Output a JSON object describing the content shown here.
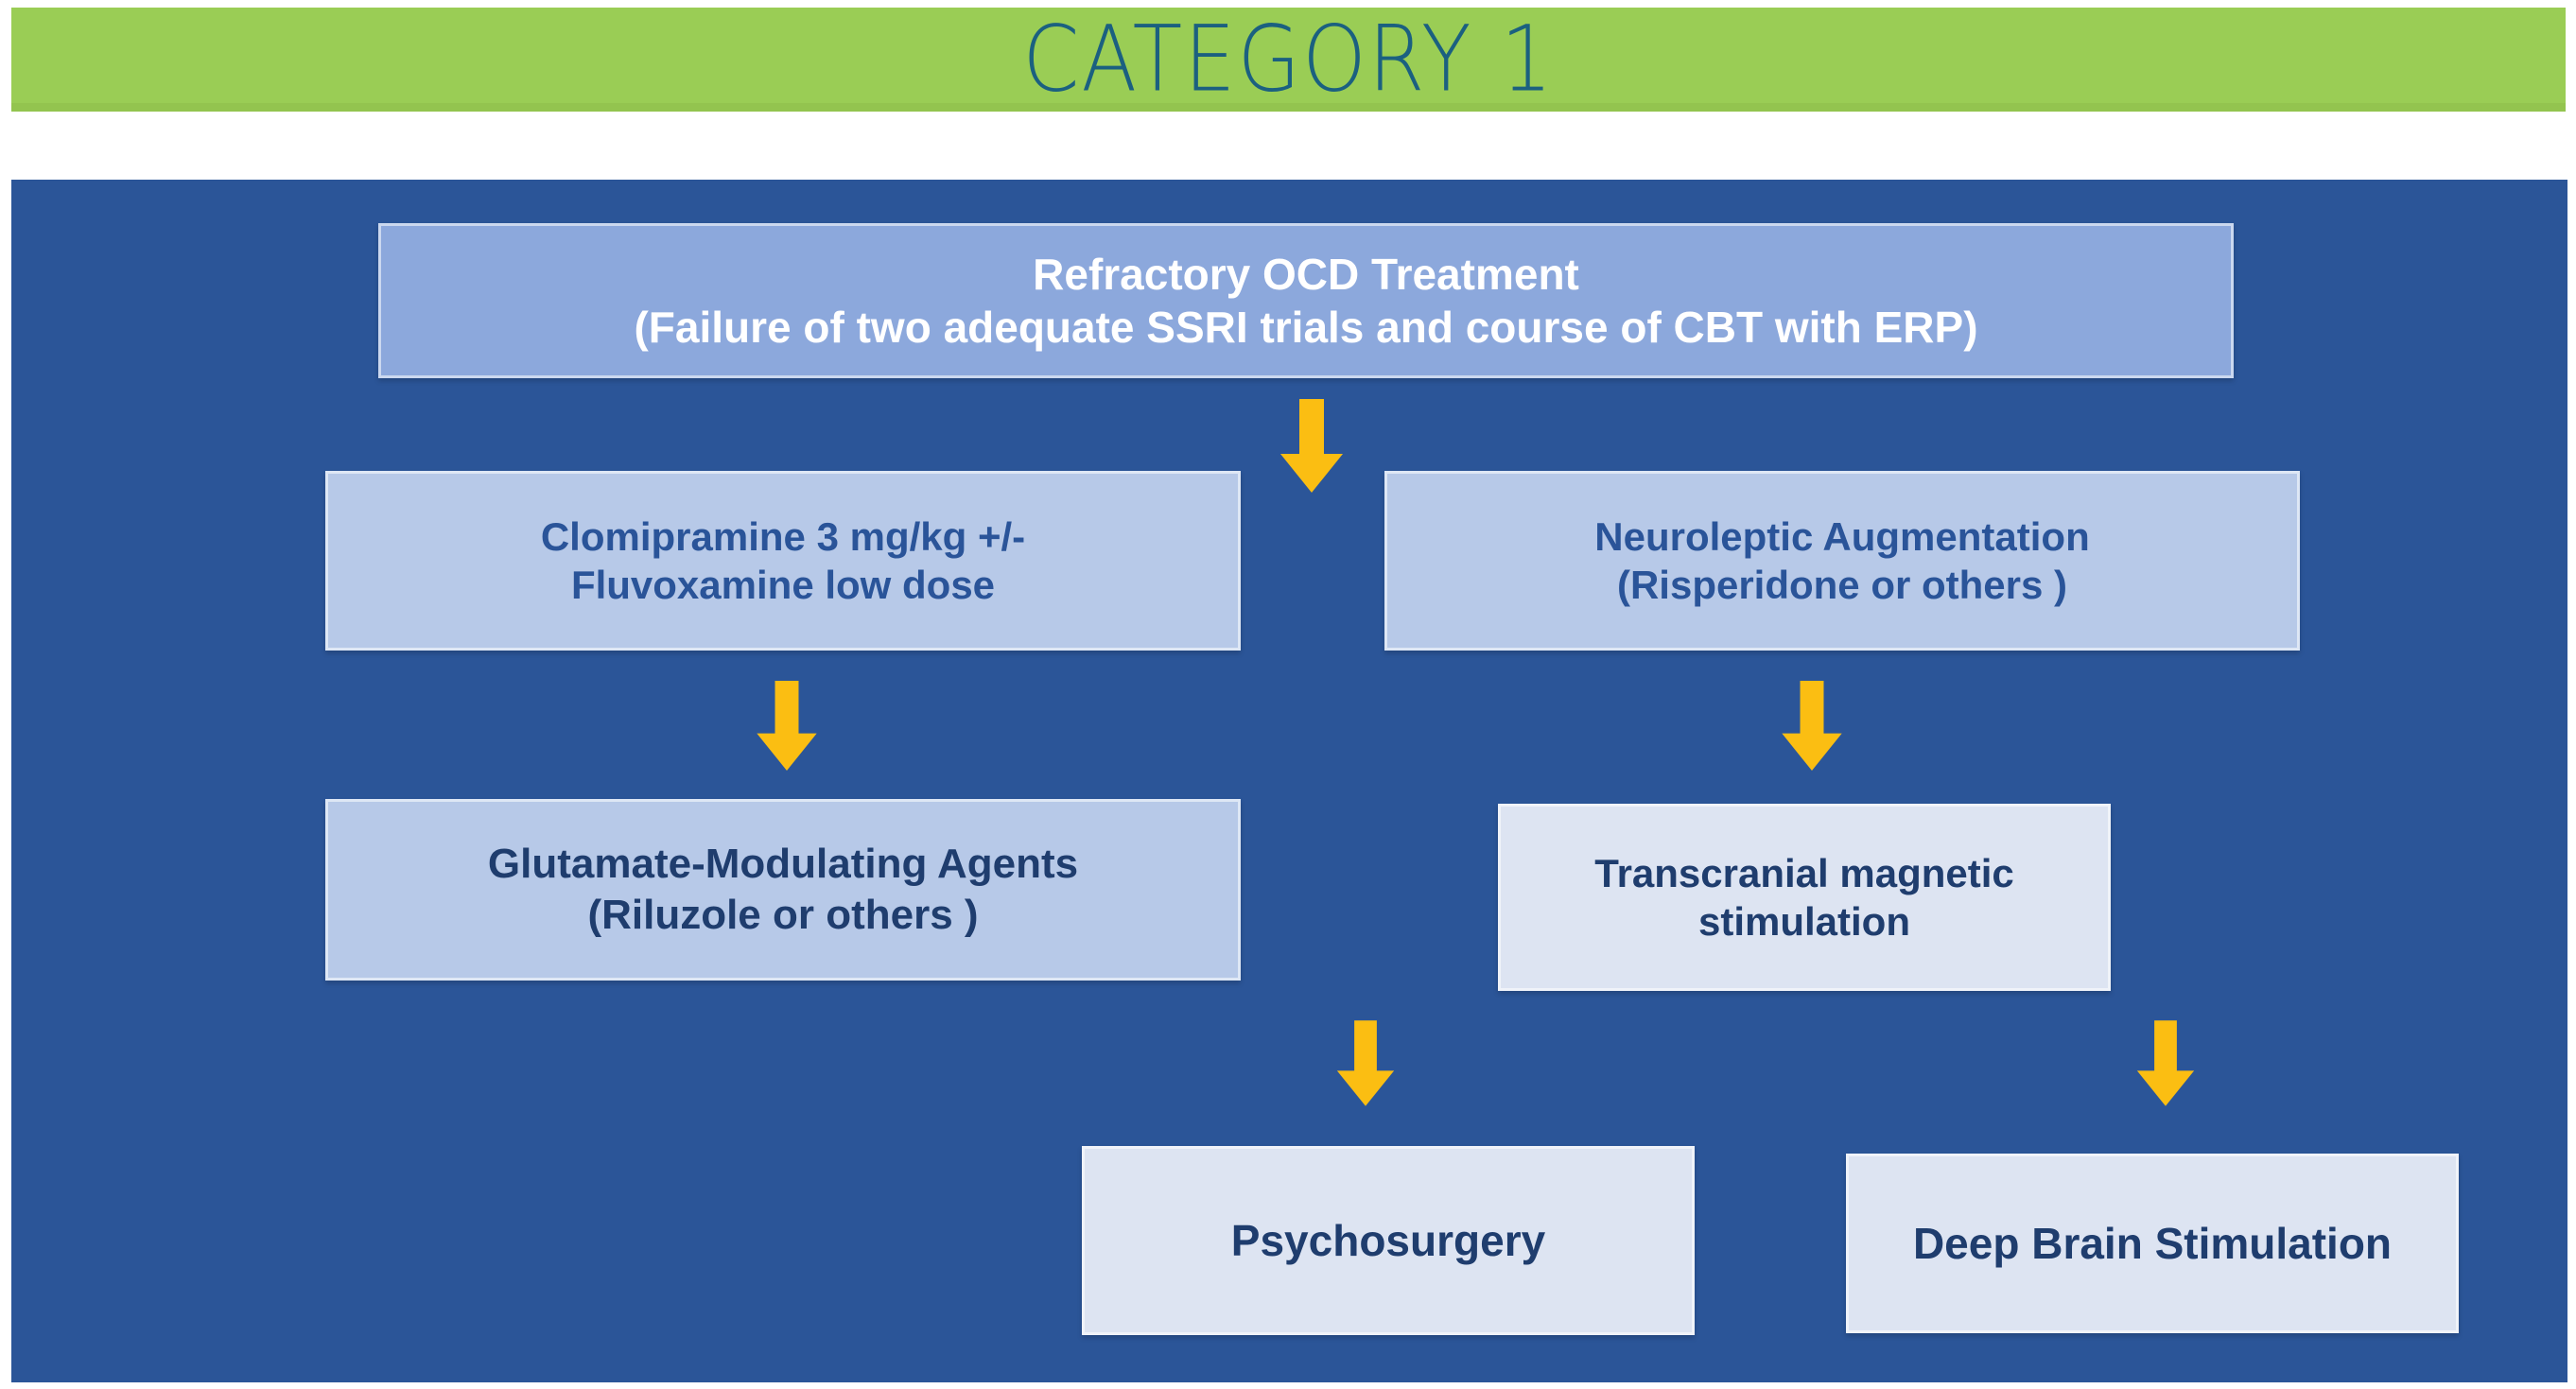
{
  "title_band": {
    "text": "CATEGORY 1",
    "background_color": "#9ACD55",
    "text_color": "#1B6080"
  },
  "panel": {
    "background_color": "#2B5598"
  },
  "palette": {
    "arrow_color": "#FBBE12",
    "box_mid_blue": "#8CA8DC",
    "box_light_blue": "#B7C9E8",
    "box_pale_blue": "#DDE4F2",
    "text_white": "#FFFFFF",
    "text_blue": "#2A5499",
    "text_navy": "#1F3D6E"
  },
  "flowchart": {
    "type": "flowchart",
    "nodes": [
      {
        "id": "refractory-ocd-treatment",
        "lines": [
          "Refractory OCD Treatment",
          "(Failure of two adequate SSRI trials and course of CBT with ERP)"
        ]
      },
      {
        "id": "clomipramine",
        "lines": [
          "Clomipramine 3 mg/kg +/-",
          "Fluvoxamine low dose"
        ]
      },
      {
        "id": "neuroleptic-augmentation",
        "lines": [
          "Neuroleptic Augmentation",
          "(Risperidone or others )"
        ]
      },
      {
        "id": "glutamate-modulating-agents",
        "lines": [
          "Glutamate-Modulating Agents",
          "(Riluzole or others )"
        ]
      },
      {
        "id": "transcranial-magnetic-stimulation",
        "lines": [
          "Transcranial magnetic",
          "stimulation"
        ]
      },
      {
        "id": "psychosurgery",
        "lines": [
          "Psychosurgery"
        ]
      },
      {
        "id": "deep-brain-stimulation",
        "lines": [
          "Deep Brain Stimulation"
        ]
      }
    ],
    "arrows": [
      {
        "id": "arrow-top-to-row2",
        "direction": "down"
      },
      {
        "id": "arrow-clomipramine-to-glutamate",
        "direction": "down"
      },
      {
        "id": "arrow-neuroleptic-to-tms",
        "direction": "down"
      },
      {
        "id": "arrow-glutamate-to-psychosurgery",
        "direction": "down"
      },
      {
        "id": "arrow-tms-to-dbs",
        "direction": "down"
      }
    ]
  }
}
